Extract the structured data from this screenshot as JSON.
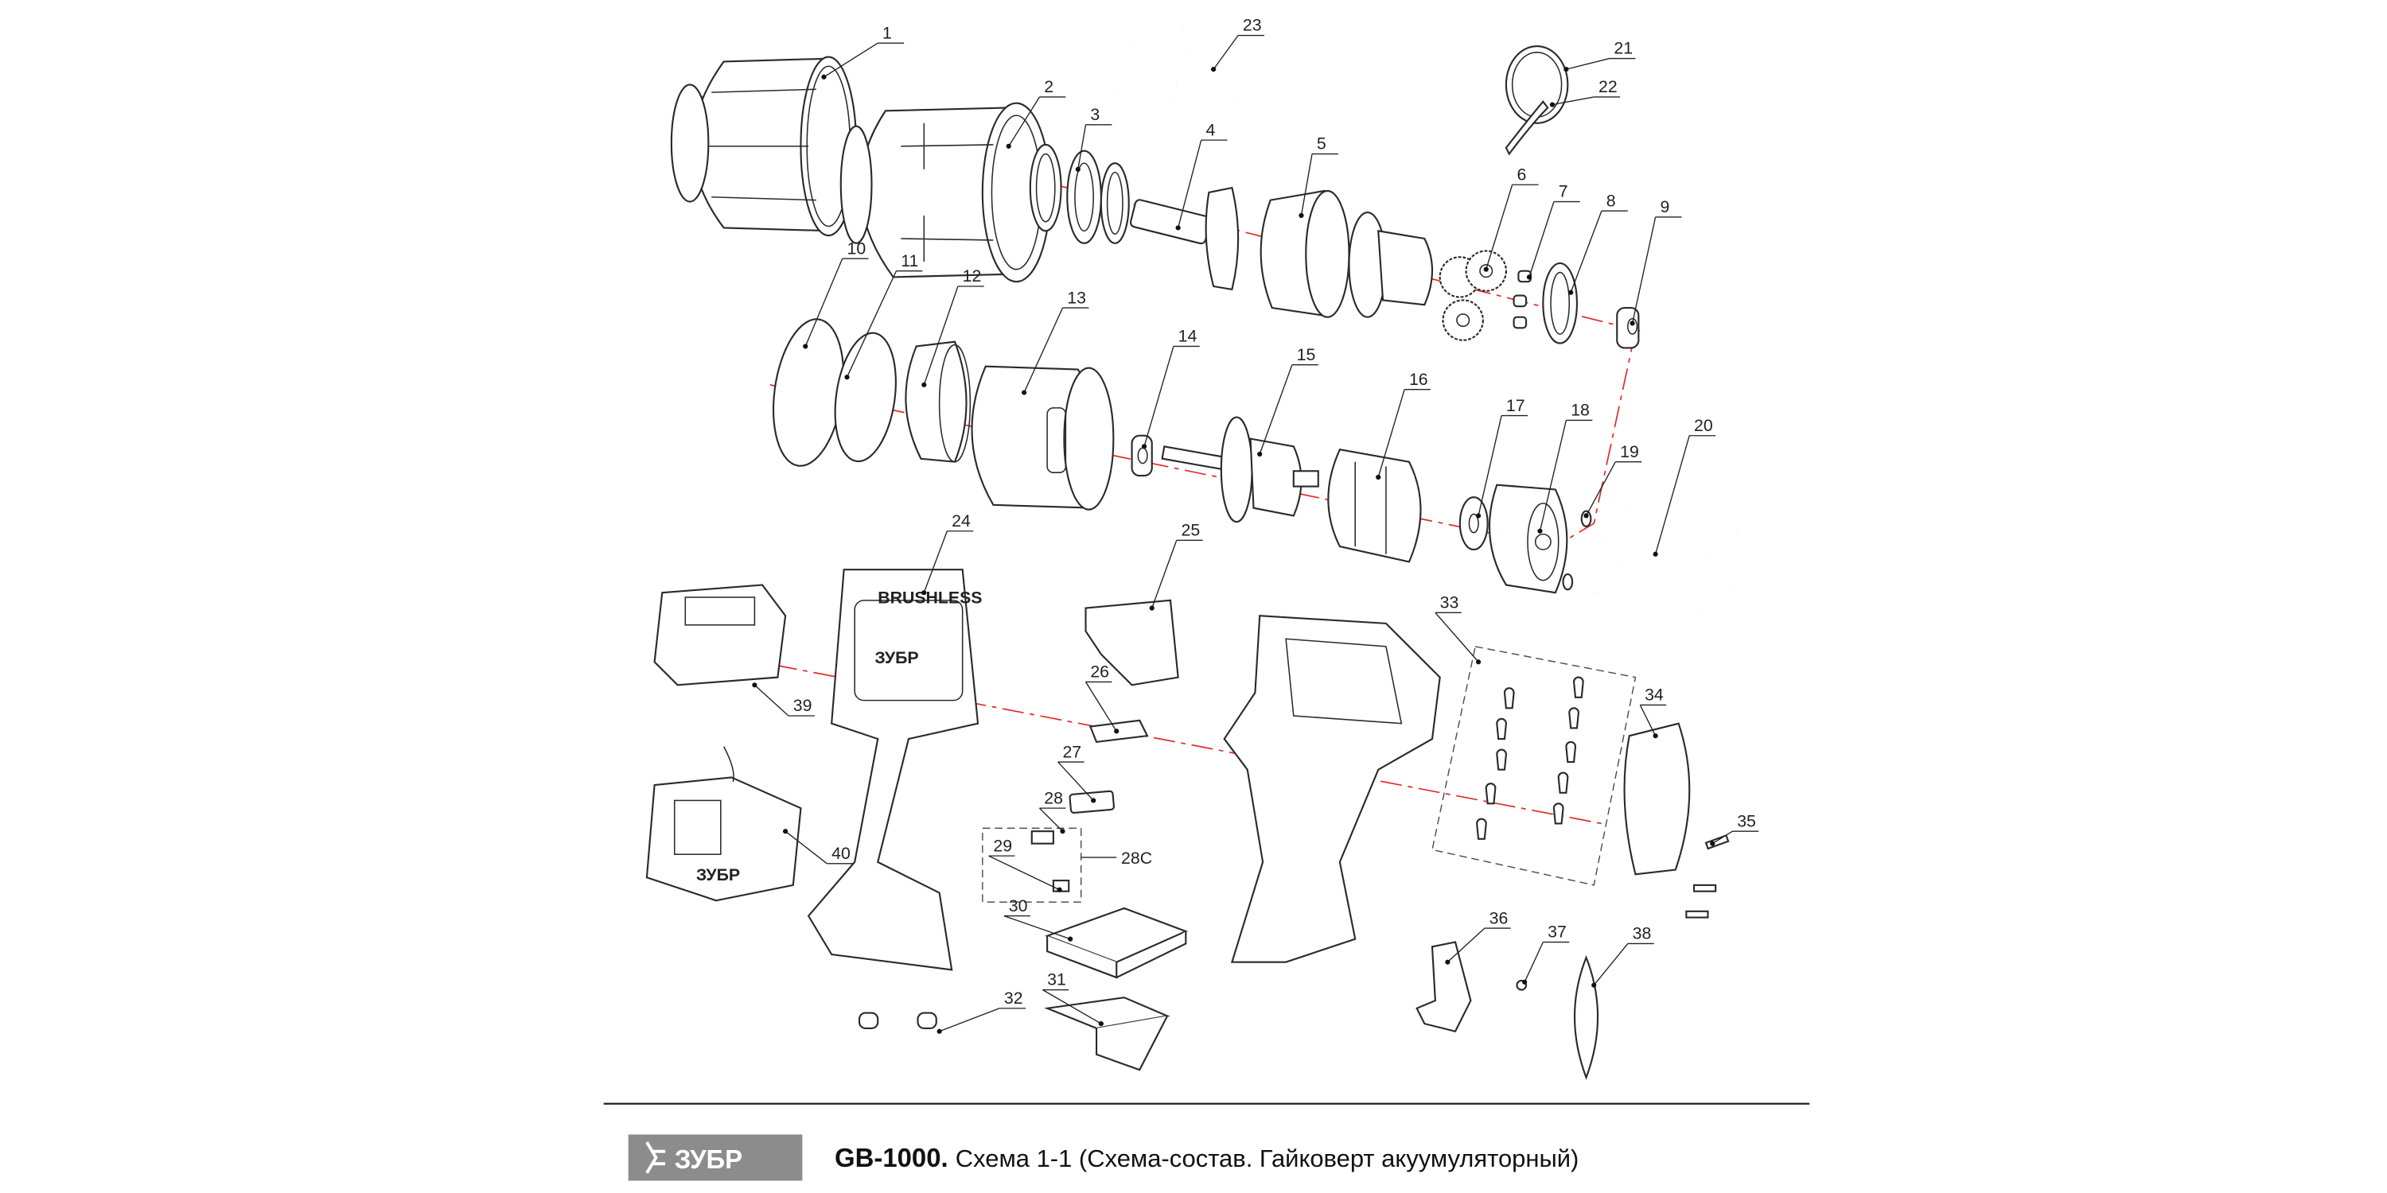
{
  "diagram": {
    "part_numbers": [
      "1",
      "2",
      "3",
      "4",
      "5",
      "6",
      "7",
      "8",
      "9",
      "10",
      "11",
      "12",
      "13",
      "14",
      "15",
      "16",
      "17",
      "18",
      "19",
      "20",
      "21",
      "22",
      "23",
      "24",
      "25",
      "26",
      "27",
      "28",
      "29",
      "30",
      "31",
      "32",
      "33",
      "34",
      "35",
      "36",
      "37",
      "38",
      "39",
      "40"
    ],
    "sub_assembly_label": "28C",
    "tool_brand_print": "ЗУБР",
    "tool_motor_print": "BRUSHLESS",
    "charger_brand_print": "ЗУБР"
  },
  "footer": {
    "logo_text": "ЗУБР",
    "model": "GB-1000.",
    "description": "Схема 1-1 (Схема-состав. Гайковерт акуумуляторный)",
    "logo_bg": "#8c8c8c"
  },
  "colors": {
    "axis_line": "#e0302a",
    "line_art": "#2a2a2a"
  }
}
